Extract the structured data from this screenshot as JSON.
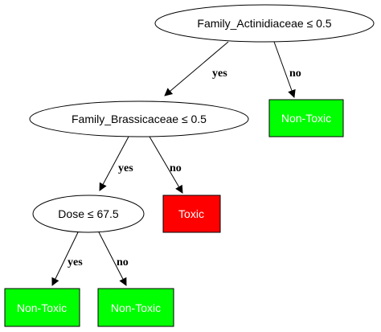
{
  "colors": {
    "stroke": "#000000",
    "background": "#ffffff",
    "leaf_safe": "#00ff00",
    "leaf_toxic": "#ff0000",
    "leaf_text": "#ffffff"
  },
  "nodes": {
    "root": {
      "label": "Family_Actinidiaceae  ≤ 0.5"
    },
    "brassicaceae": {
      "label": "Family_Brassicaceae ≤ 0.5"
    },
    "dose": {
      "label": "Dose ≤ 67.5"
    },
    "leaf_root_no": {
      "label": "Non-Toxic",
      "class": "non-toxic"
    },
    "leaf_brass_no": {
      "label": "Toxic",
      "class": "toxic"
    },
    "leaf_dose_yes": {
      "label": "Non-Toxic",
      "class": "non-toxic"
    },
    "leaf_dose_no": {
      "label": "Non-Toxic",
      "class": "non-toxic"
    }
  },
  "edges": {
    "root_yes": {
      "label": "yes"
    },
    "root_no": {
      "label": "no"
    },
    "brass_yes": {
      "label": "yes"
    },
    "brass_no": {
      "label": "no"
    },
    "dose_yes": {
      "label": "yes"
    },
    "dose_no": {
      "label": "no"
    }
  }
}
